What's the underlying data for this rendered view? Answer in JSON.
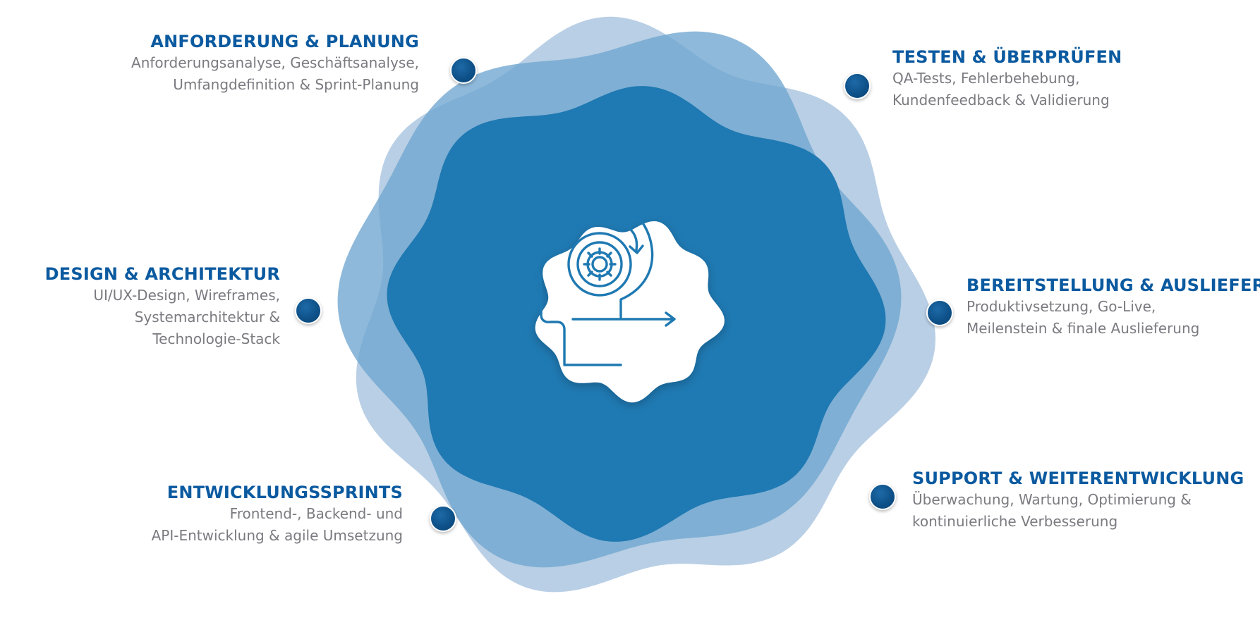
{
  "center": {
    "icon": "head-gear-process-icon"
  },
  "phases": [
    {
      "id": "planning",
      "title": "ANFORDERUNG & PLANUNG",
      "lines": [
        "Anforderungsanalyse, Geschäftsanalyse,",
        "Umfangdefinition & Sprint-Planung"
      ]
    },
    {
      "id": "design",
      "title": "DESIGN & ARCHITEKTUR",
      "lines": [
        "UI/UX-Design, Wireframes,",
        "Systemarchitektur &",
        "Technologie-Stack"
      ]
    },
    {
      "id": "sprints",
      "title": "ENTWICKLUNGSSPRINTS",
      "lines": [
        "Frontend-, Backend- und",
        "API-Entwicklung & agile Umsetzung"
      ]
    },
    {
      "id": "testing",
      "title": "TESTEN & ÜBERPRÜFEN",
      "lines": [
        "QA-Tests, Fehlerbehebung,",
        "Kundenfeedback & Validierung"
      ]
    },
    {
      "id": "deployment",
      "title": "BEREITSTELLUNG & AUSLIEFERUNG",
      "lines": [
        "Produktivsetzung, Go-Live,",
        "Meilenstein & finale Auslieferung"
      ]
    },
    {
      "id": "support",
      "title": "SUPPORT & WEITERENTWICKLUNG",
      "lines": [
        "Überwachung, Wartung, Optimierung &",
        "kontinuierliche Verbesserung"
      ]
    }
  ],
  "colors": {
    "outer_blob": "#a9c4df",
    "middle_blob": "#6ea5cf",
    "inner_blob": "#1f79b2",
    "center_badge": "#ffffff",
    "icon": "#1f79b2",
    "title": "#0b5aa0",
    "body_text": "#7a7a80",
    "dot": "#0d4f86"
  }
}
